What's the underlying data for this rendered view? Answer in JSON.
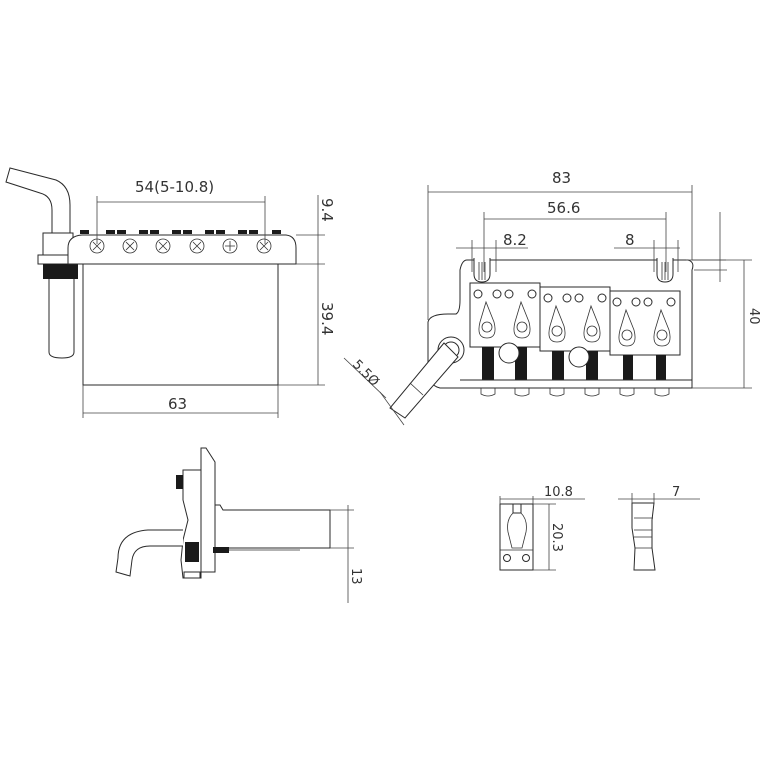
{
  "drawing": {
    "subject": "Tremolo bridge technical drawing",
    "views": {
      "front_view": {
        "dimensions": {
          "string_spacing": "54(5-10.8)",
          "plate_height": "9.4",
          "block_height": "39.4",
          "block_width": "63"
        }
      },
      "top_view": {
        "dimensions": {
          "overall_width": "83",
          "post_spacing": "56.6",
          "left_slot": "8.2",
          "right_slot": "8",
          "depth": "40",
          "arm_diameter": "5.5Ø"
        },
        "saddle_count": 6
      },
      "side_view": {
        "dimensions": {
          "block_thickness": "13"
        }
      },
      "saddle_detail": {
        "dimensions": {
          "saddle_width": "10.8",
          "saddle_length": "20.3"
        }
      },
      "saddle_profile": {
        "dimensions": {
          "saddle_thickness": "7"
        }
      }
    },
    "colors": {
      "line": "#2a2a2a",
      "background": "#ffffff"
    }
  }
}
